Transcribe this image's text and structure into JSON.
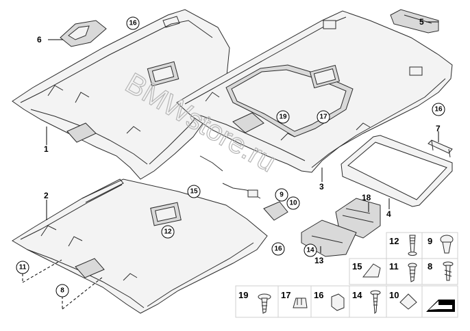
{
  "watermark": "BMWstore.ru",
  "callouts": {
    "p1": "1",
    "p2": "2",
    "p3": "3",
    "p4": "4",
    "p5": "5",
    "p6": "6",
    "p7": "7",
    "p18": "18",
    "p13": "13",
    "c16a": "16",
    "c16b": "16",
    "c16c": "16",
    "c19": "19",
    "c17": "17",
    "c15": "15",
    "c9": "9",
    "c10": "10",
    "c12": "12",
    "c14": "14",
    "c11": "11",
    "c8": "8"
  },
  "legend": {
    "n12": "12",
    "n9": "9",
    "n11": "11",
    "n8": "8",
    "n15": "15",
    "n19": "19",
    "n17": "17",
    "n16": "16",
    "n14": "14",
    "n10": "10"
  }
}
